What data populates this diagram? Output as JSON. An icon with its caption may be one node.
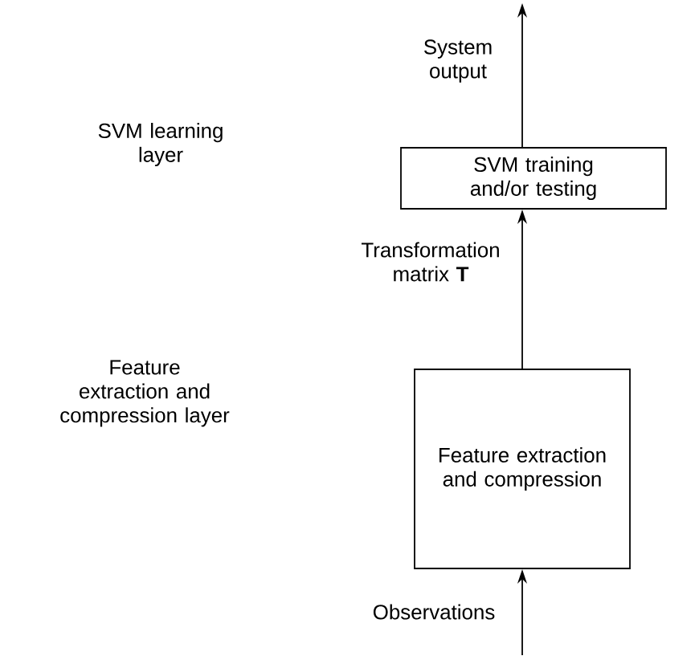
{
  "diagram": {
    "nodes": [
      {
        "text": [
          "SVM training and/or testing"
        ]
      },
      {
        "text": [
          "Feature extraction and compression"
        ]
      }
    ],
    "edges": [
      {
        "from": null,
        "to": 1,
        "arrow": "to",
        "label": "Observations"
      },
      {
        "from": 1,
        "to": 0,
        "arrow": "to",
        "label": "Transformation matrix **T**"
      },
      {
        "from": 0,
        "to": null,
        "arrow": "to",
        "label": "System output"
      }
    ],
    "labels": [
      "SVM learning layer",
      "Feature extraction and compression layer"
    ]
  }
}
